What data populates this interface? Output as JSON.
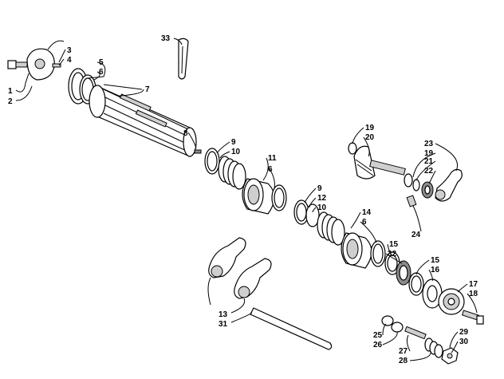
{
  "callouts": [
    "1",
    "2",
    "3",
    "4",
    "5",
    "6",
    "7",
    "8",
    "6",
    "9",
    "10",
    "11",
    "9",
    "10",
    "12",
    "14",
    "6",
    "13",
    "31",
    "15",
    "32",
    "15",
    "16",
    "17",
    "18",
    "19",
    "20",
    "23",
    "19",
    "21",
    "22",
    "24",
    "25",
    "26",
    "27",
    "28",
    "29",
    "30",
    "33"
  ]
}
